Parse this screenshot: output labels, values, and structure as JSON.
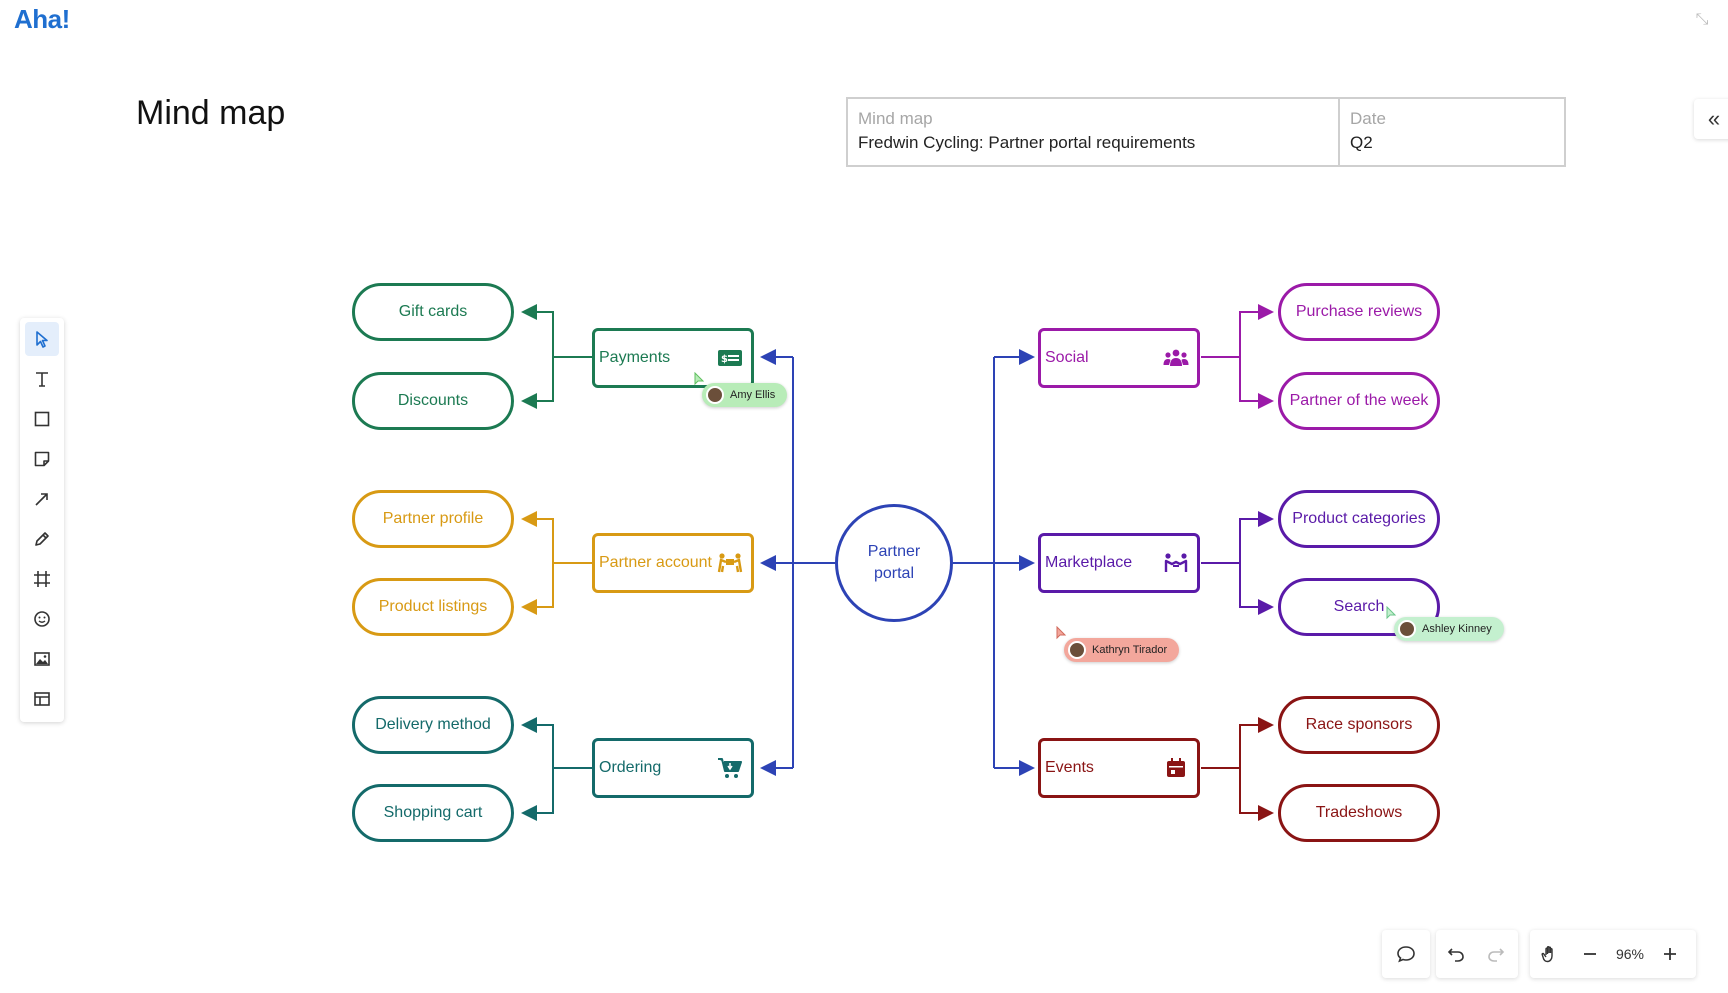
{
  "app": {
    "logo": "Aha!"
  },
  "page": {
    "title": "Mind map"
  },
  "meta": {
    "left_label": "Mind map",
    "left_value": "Fredwin Cycling: Partner portal requirements",
    "right_label": "Date",
    "right_value": "Q2"
  },
  "colors": {
    "central": "#2d43b5",
    "payments": "#1c7a52",
    "partner_account": "#d89a14",
    "ordering": "#146a6a",
    "social": "#9b1aa8",
    "marketplace": "#5a1aa8",
    "events": "#8a1414"
  },
  "mindmap": {
    "center": {
      "line1": "Partner",
      "line2": "portal"
    },
    "left": [
      {
        "label": "Payments",
        "icon": "money-bill-icon",
        "children": [
          "Gift cards",
          "Discounts"
        ]
      },
      {
        "label": "Partner account",
        "icon": "people-carry-icon",
        "children": [
          "Partner profile",
          "Product listings"
        ]
      },
      {
        "label": "Ordering",
        "icon": "cart-icon",
        "children": [
          "Delivery method",
          "Shopping cart"
        ]
      }
    ],
    "right": [
      {
        "label": "Social",
        "icon": "users-icon",
        "children": [
          "Purchase reviews",
          "Partner of the week"
        ]
      },
      {
        "label": "Marketplace",
        "icon": "handshake-icon",
        "children": [
          "Product categories",
          "Search"
        ]
      },
      {
        "label": "Events",
        "icon": "calendar-icon",
        "children": [
          "Race sponsors",
          "Tradeshows"
        ]
      }
    ]
  },
  "collaborators": [
    {
      "name": "Amy Ellis",
      "color": "#b8ecb8"
    },
    {
      "name": "Kathryn Tirador",
      "color": "#f3a79c"
    },
    {
      "name": "Ashley Kinney",
      "color": "#c4f0cf"
    }
  ],
  "zoom": {
    "value": "96%"
  }
}
